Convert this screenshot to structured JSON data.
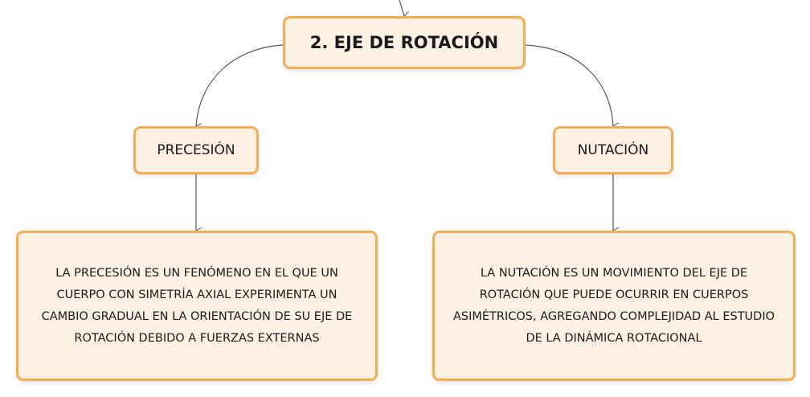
{
  "diagram": {
    "root": {
      "label": "2. EJE DE ROTACIÓN"
    },
    "left_branch": {
      "label": "PRECESIÓN",
      "description": "LA PRECESIÓN ES UN FENÓMENO EN EL QUE UN CUERPO CON SIMETRÍA AXIAL EXPERIMENTA UN CAMBIO GRADUAL EN LA ORIENTACIÓN DE SU EJE DE ROTACIÓN DEBIDO A FUERZAS EXTERNAS"
    },
    "right_branch": {
      "label": "NUTACIÓN",
      "description": "LA NUTACIÓN ES UN MOVIMIENTO DEL EJE DE ROTACIÓN QUE PUEDE OCURRIR EN CUERPOS ASIMÉTRICOS, AGREGANDO COMPLEJIDAD AL ESTUDIO DE LA DINÁMICA ROTACIONAL"
    },
    "colors": {
      "node_fill": "#fdf1e4",
      "node_border": "#f2ad55",
      "connector": "#555555",
      "text": "#1a1a1a"
    }
  }
}
